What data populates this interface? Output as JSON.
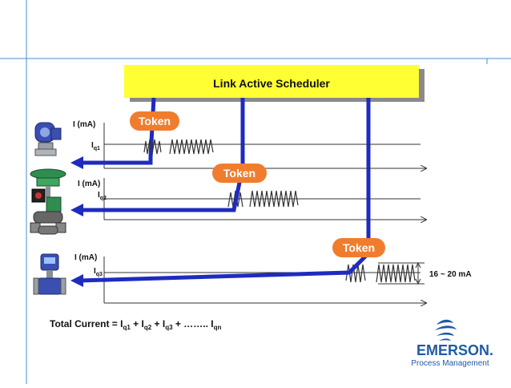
{
  "scheduler": {
    "label": "Link Active Scheduler"
  },
  "token_label": "Token",
  "channels": [
    {
      "axis_label": "I (mA)",
      "current_main": "I",
      "current_sub": "q1"
    },
    {
      "axis_label": "I (mA)",
      "current_main": "I",
      "current_sub": "q2"
    },
    {
      "axis_label": "I (mA)",
      "current_main": "I",
      "current_sub": "q3"
    }
  ],
  "range_label": "16 ~ 20 mA",
  "total": {
    "prefix": "Total Current = ",
    "terms": [
      {
        "main": "I",
        "sub": "q1",
        "after": " + "
      },
      {
        "main": "I",
        "sub": "q2",
        "after": " + "
      },
      {
        "main": "I",
        "sub": "q3",
        "after": " + …….. "
      },
      {
        "main": "I",
        "sub": "qn",
        "after": ""
      }
    ]
  },
  "logo": {
    "brand": "EMERSON.",
    "tagline": "Process Management"
  },
  "colors": {
    "scheduler_fill": "#ffff33",
    "token_fill": "#f07d2e",
    "bus_blue": "#1f2bbf",
    "frame_blue": "#4a8fc4"
  },
  "devices": [
    "pressure-transmitter-icon",
    "control-valve-icon",
    "flowmeter-icon"
  ]
}
